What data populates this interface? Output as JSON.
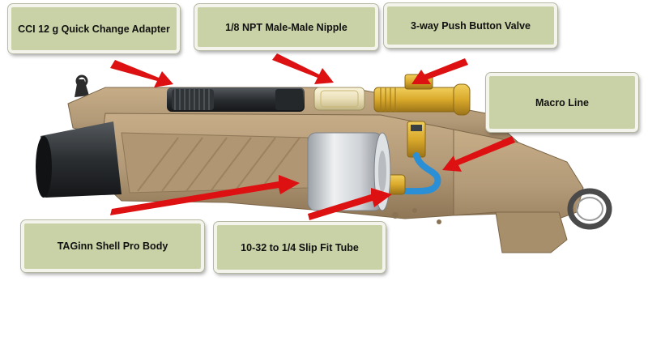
{
  "labels": {
    "cci_adapter": "CCI 12 g Quick Change Adapter",
    "npt_nipple": "1/8 NPT Male-Male Nipple",
    "push_button_valve": "3-way Push Button Valve",
    "macro_line": "Macro Line",
    "shell_body": "TAGinn Shell Pro Body",
    "slip_fit_tube": "10-32 to 1/4 Slip Fit Tube"
  },
  "colors": {
    "label_fill": "#c9d2a6",
    "arrow": "#dd1111",
    "body_tan": "#b39a78",
    "brass": "#d9a92b",
    "macro_line_blue": "#2b8fd6",
    "cylinder_silver": "#cfd2d6"
  }
}
